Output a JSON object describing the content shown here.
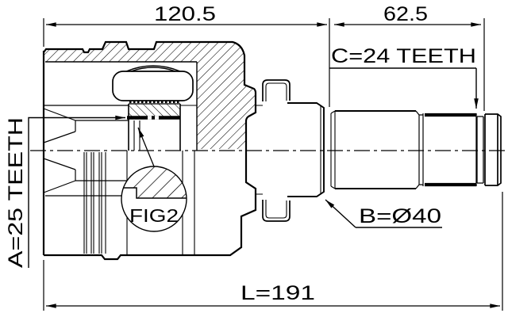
{
  "drawing": {
    "type": "technical-drawing",
    "subject": "CV joint cross-section",
    "labels": {
      "dim_housing_length": "120.5",
      "dim_spline_length": "62.5",
      "spline_c": "C=24 TEETH",
      "spline_a": "A=25 TEETH",
      "diameter_b": "B=Ø40",
      "overall_length": "L=191",
      "detail_ref": "FIG2"
    },
    "colors": {
      "line": "#000000",
      "background": "#ffffff"
    }
  }
}
